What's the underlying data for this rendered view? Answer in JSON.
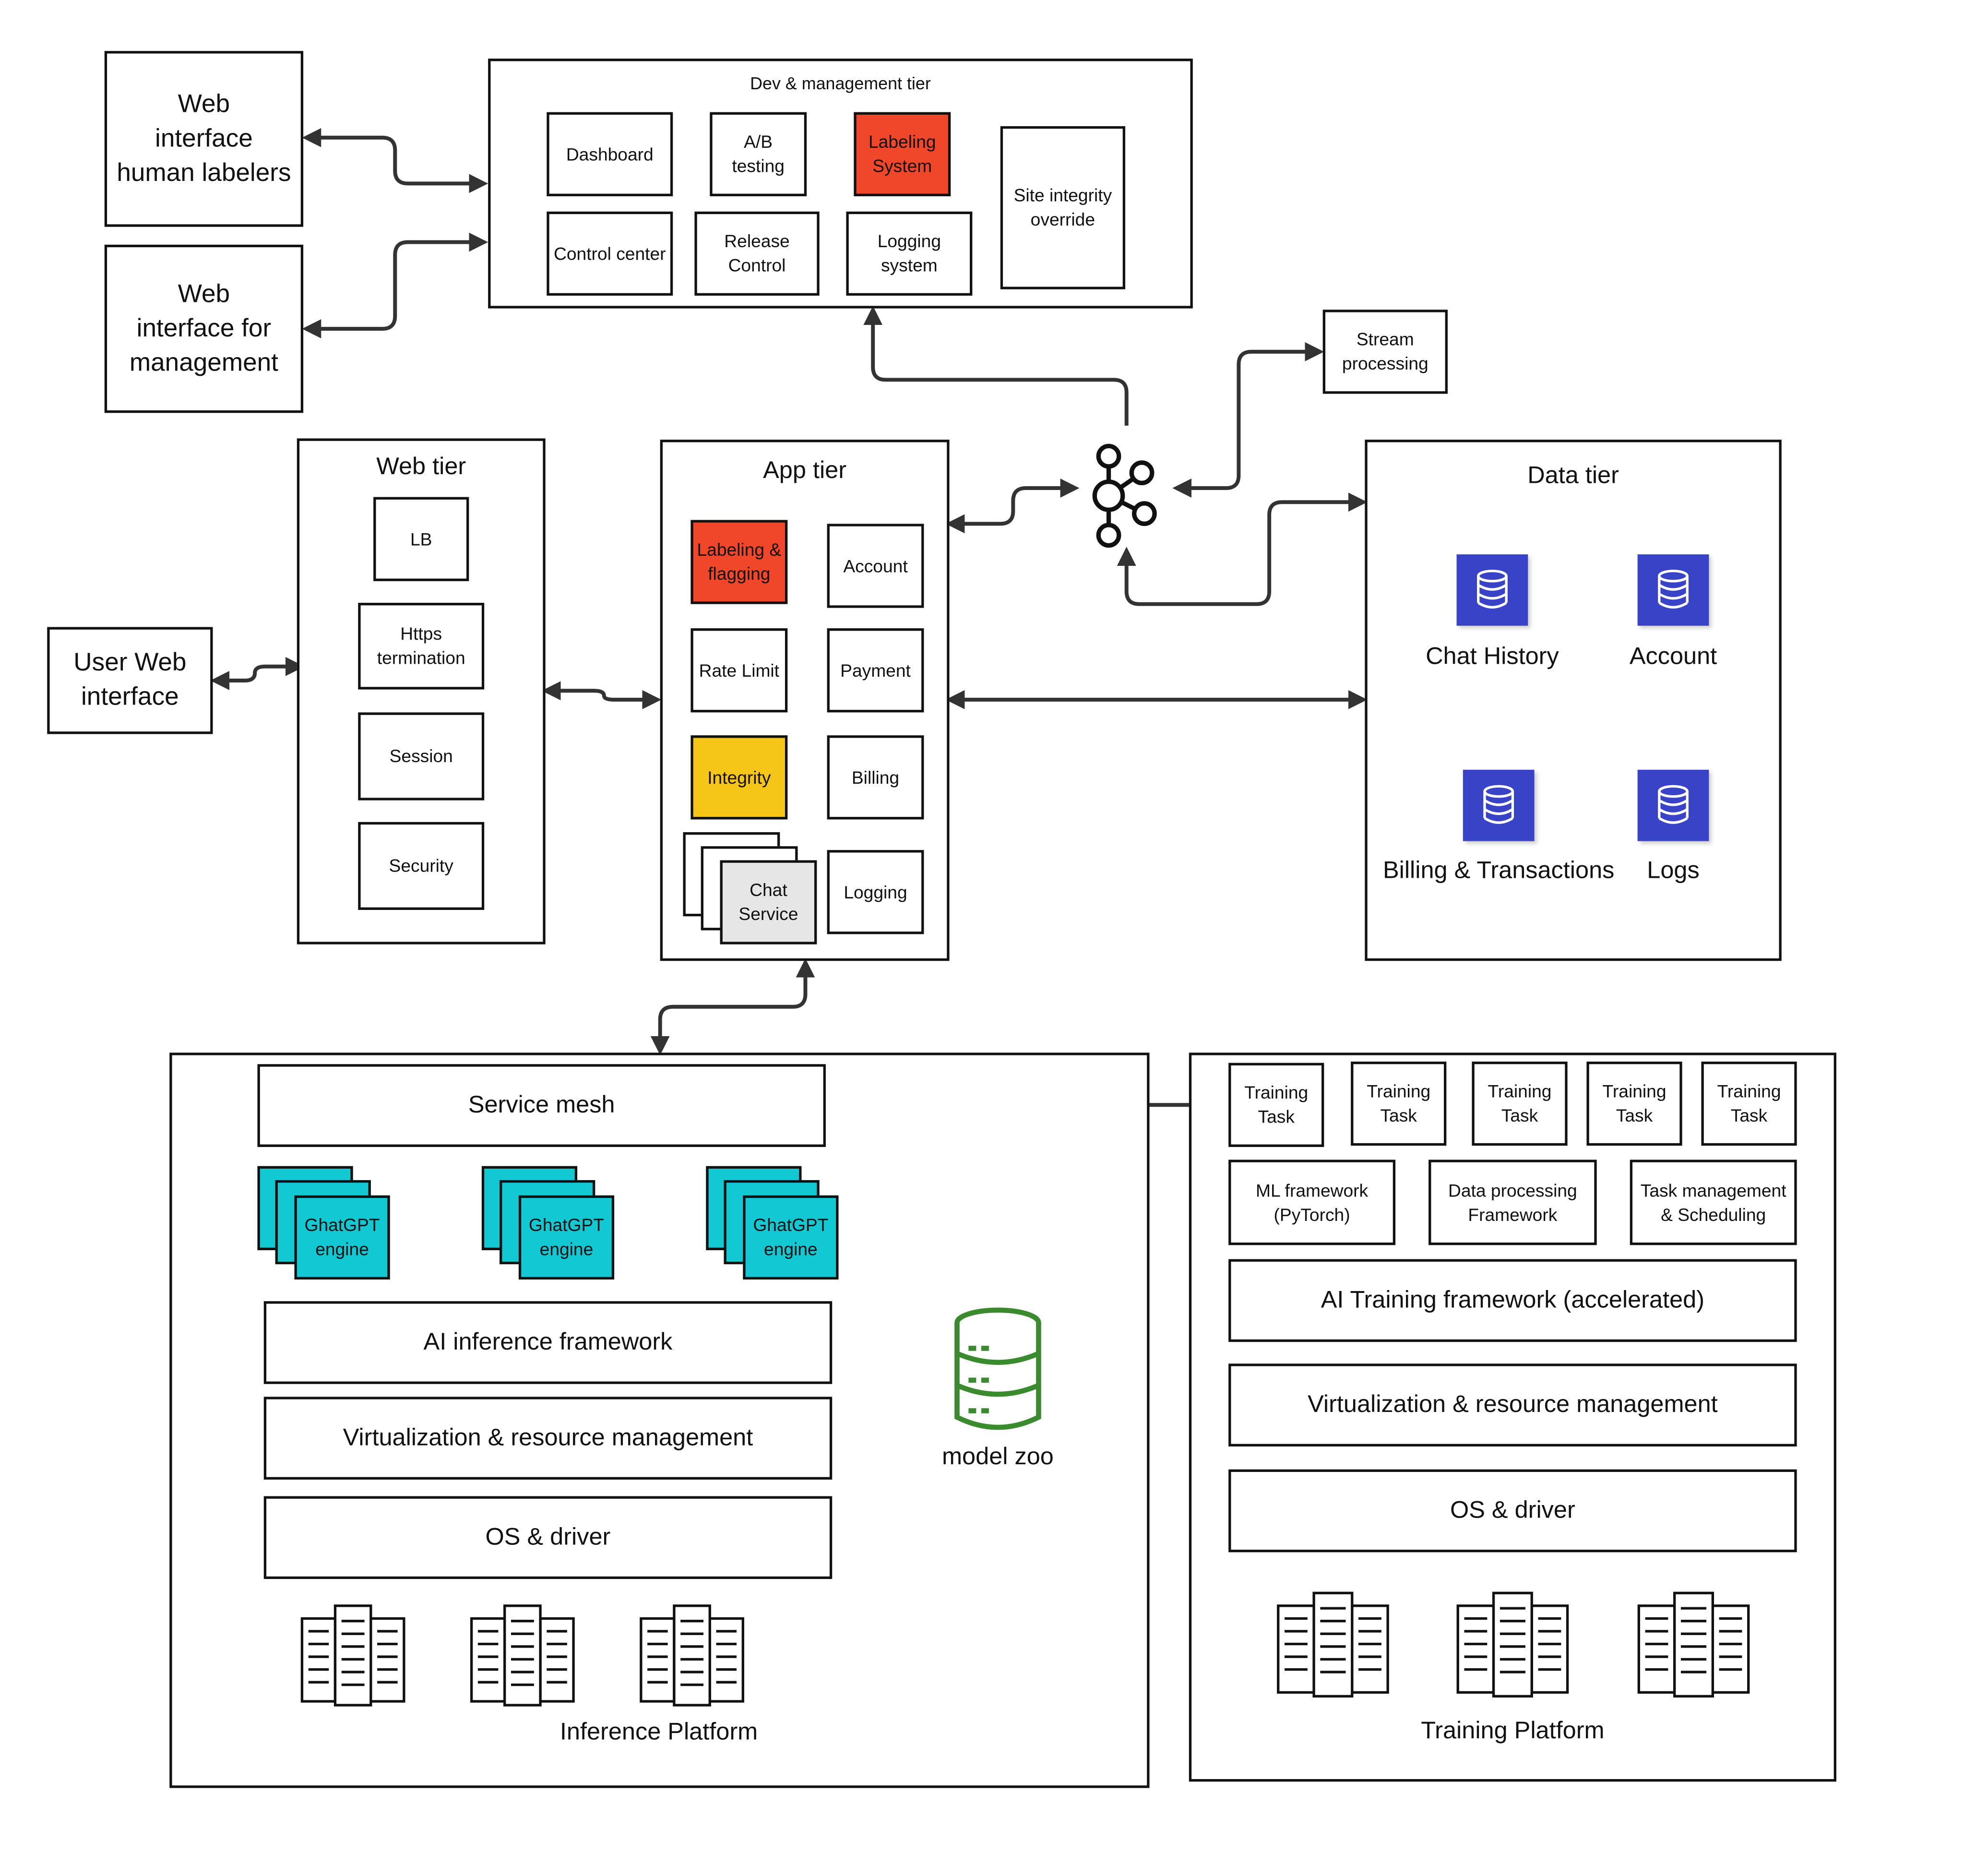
{
  "web_interfaces": {
    "human_labelers": "Web\ninterface\nhuman labelers",
    "management": "Web\ninterface for\nmanagement",
    "user": "User Web\ninterface"
  },
  "dev_tier": {
    "title": "Dev & management tier",
    "items": [
      "Dashboard",
      "A/B\ntesting",
      "Labeling\nSystem",
      "Site integrity\noverride",
      "Control center",
      "Release\nControl",
      "Logging\nsystem"
    ]
  },
  "stream_processing": "Stream\nprocessing",
  "web_tier": {
    "title": "Web tier",
    "items": [
      "LB",
      "Https\ntermination",
      "Session",
      "Security"
    ]
  },
  "app_tier": {
    "title": "App tier",
    "items": [
      "Labeling &\nflagging",
      "Account",
      "Rate Limit",
      "Payment",
      "Integrity",
      "Billing",
      "Chat\nService",
      "Logging"
    ]
  },
  "data_tier": {
    "title": "Data tier",
    "stores": [
      "Chat History",
      "Account",
      "Billing & Transactions",
      "Logs"
    ]
  },
  "inference_platform": {
    "title": "Inference Platform",
    "service_mesh": "Service mesh",
    "engine_label": "GhatGPT\nengine",
    "layers": [
      "AI inference framework",
      "Virtualization & resource management",
      "OS & driver"
    ]
  },
  "model_zoo": "model zoo",
  "training_platform": {
    "title": "Training Platform",
    "tasks": [
      "Training\nTask",
      "Training\nTask",
      "Training\nTask",
      "Training\nTask",
      "Training\nTask"
    ],
    "frameworks": [
      "ML framework\n(PyTorch)",
      "Data processing\nFramework",
      "Task management\n& Scheduling"
    ],
    "layers": [
      "AI Training framework (accelerated)",
      "Virtualization & resource management",
      "OS & driver"
    ]
  },
  "colors": {
    "highlight_red": "#f0472a",
    "highlight_yellow": "#f5c518",
    "engine_cyan": "#12c8d2",
    "database_blue": "#3843c8",
    "model_zoo_green": "#3a8a2e"
  }
}
